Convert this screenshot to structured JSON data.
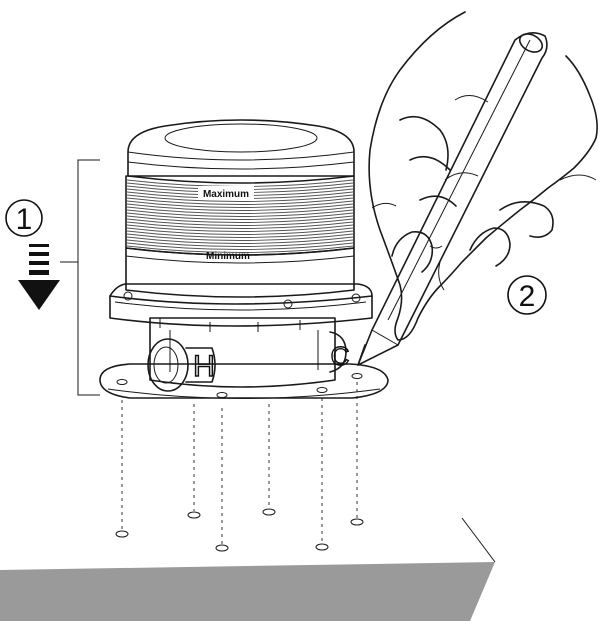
{
  "steps": {
    "step1": "1",
    "step2": "2"
  },
  "light": {
    "maximum_label": "Maximum",
    "minimum_label": "Minimum"
  },
  "base": {
    "port_letters": [
      "H",
      "C"
    ]
  },
  "colors": {
    "surface": "#9a9a9a",
    "surface_top": "#ffffff",
    "arrow": "#111111",
    "ink": "#1a1a1a"
  },
  "icons": {
    "arrow": "down-arrow-icon",
    "hand": "hand-with-pencil"
  }
}
